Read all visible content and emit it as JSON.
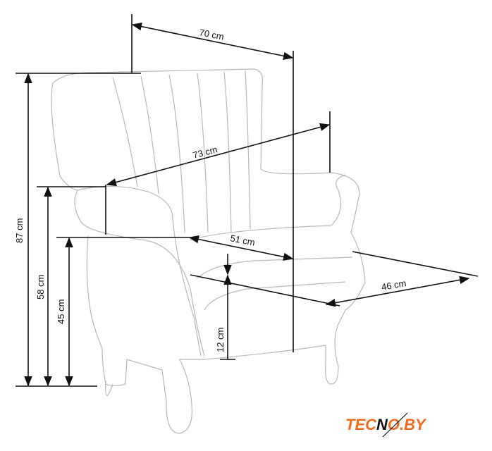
{
  "dimensions": {
    "width": "70 cm",
    "diagonal_width": "73 cm",
    "total_height": "87 cm",
    "armrest_height": "58 cm",
    "seat_height": "45 cm",
    "seat_width": "51 cm",
    "seat_depth": "46 cm",
    "leg_height": "12 cm"
  },
  "logo": {
    "text_left": "TEC",
    "text_n": "N",
    "text_right": "O.BY",
    "color": "#f26a1b"
  }
}
